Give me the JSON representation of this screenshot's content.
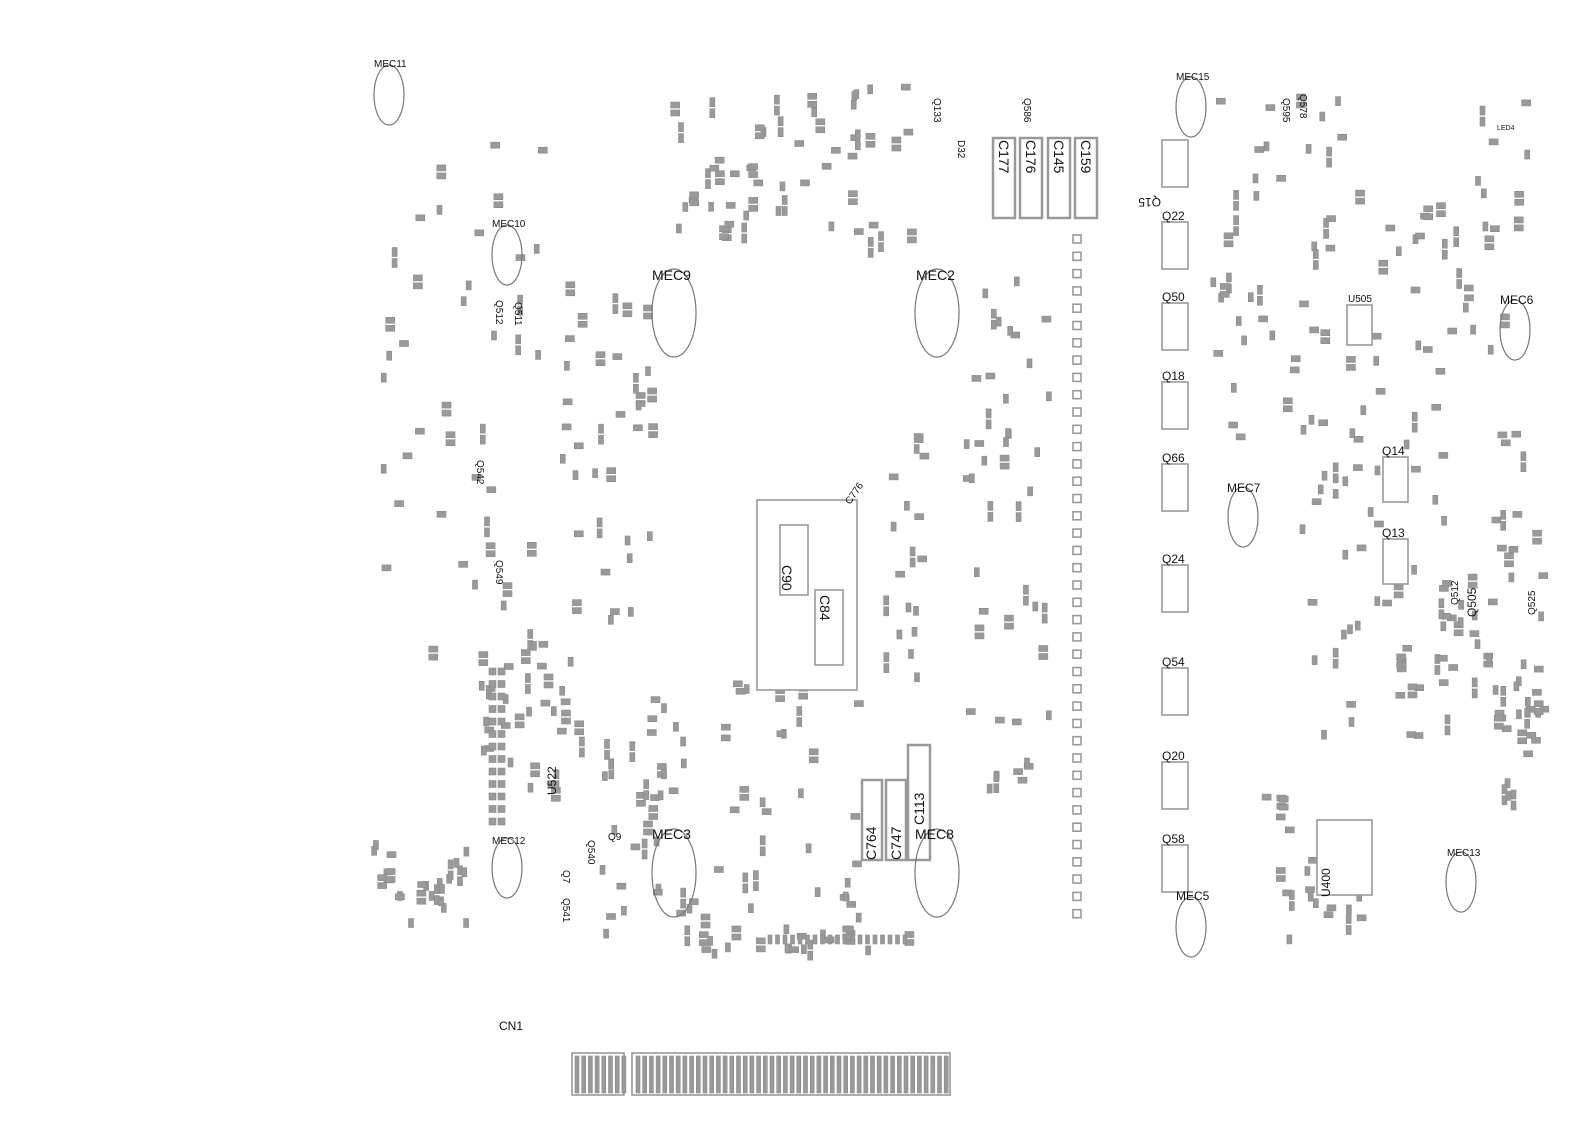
{
  "board": {
    "mounting_holes": [
      "MEC11",
      "MEC10",
      "MEC9",
      "MEC2",
      "MEC15",
      "MEC6",
      "MEC7",
      "MEC12",
      "MEC3",
      "MEC8",
      "MEC5",
      "MEC13"
    ],
    "transistors_column": [
      "Q15",
      "Q22",
      "Q50",
      "Q18",
      "Q66",
      "Q24",
      "Q54",
      "Q20",
      "Q58"
    ],
    "right_parts": [
      "Q14",
      "Q13",
      "U505",
      "U400",
      "Q505",
      "Q525",
      "Q512"
    ],
    "top_caps": [
      "C177",
      "C176",
      "C145",
      "C159"
    ],
    "top_small": [
      "Q133",
      "D32",
      "Q586",
      "Q595",
      "Q578",
      "LED4"
    ],
    "bottom_caps": [
      "C764",
      "C747",
      "C113"
    ],
    "center_caps": [
      "C90",
      "C84",
      "C776"
    ],
    "left_parts": [
      "U522",
      "Q549",
      "Q542",
      "Q540",
      "Q541",
      "Q9",
      "Q7",
      "Q511",
      "Q512"
    ],
    "connector": "CN1"
  }
}
